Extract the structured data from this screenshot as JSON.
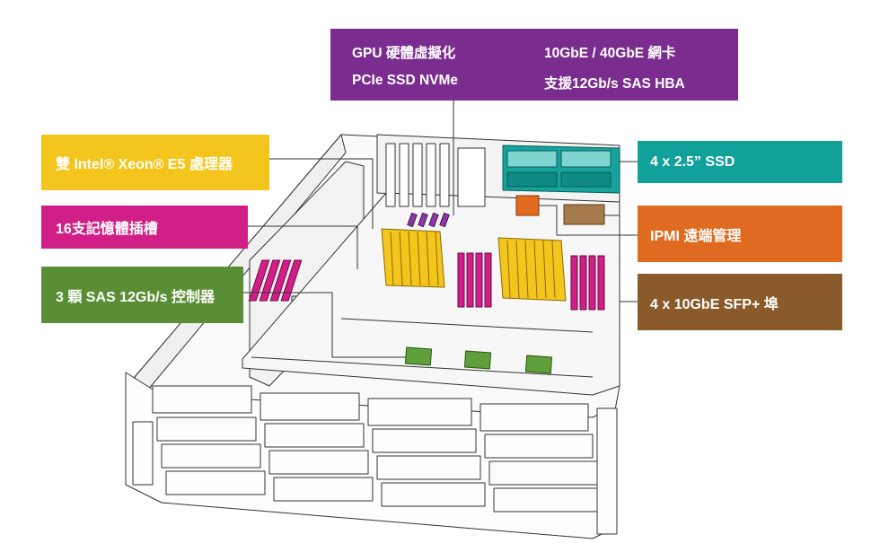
{
  "colors": {
    "cpu": "#f4c51c",
    "memory": "#d11f87",
    "sas_controller": "#5a8e35",
    "expansion": "#7a2c8f",
    "ssd": "#12a09a",
    "ipmi": "#e06a1f",
    "sfp": "#8a5a2a",
    "line": "#333333"
  },
  "callouts": {
    "cpu": "雙 Intel® Xeon® E5 處理器",
    "memory": "16支記憶體插槽",
    "sas_controller": "3 顆 SAS 12Gb/s 控制器",
    "expansion": {
      "gpu": "GPU 硬體虛擬化",
      "nic": "10GbE / 40GbE 網卡",
      "nvme": "PCIe SSD NVMe",
      "hba": "支援12Gb/s SAS HBA"
    },
    "ssd": "4 x 2.5”  SSD",
    "ipmi": "IPMI 遠端管理",
    "sfp": "4 x 10GbE SFP+ 埠"
  }
}
